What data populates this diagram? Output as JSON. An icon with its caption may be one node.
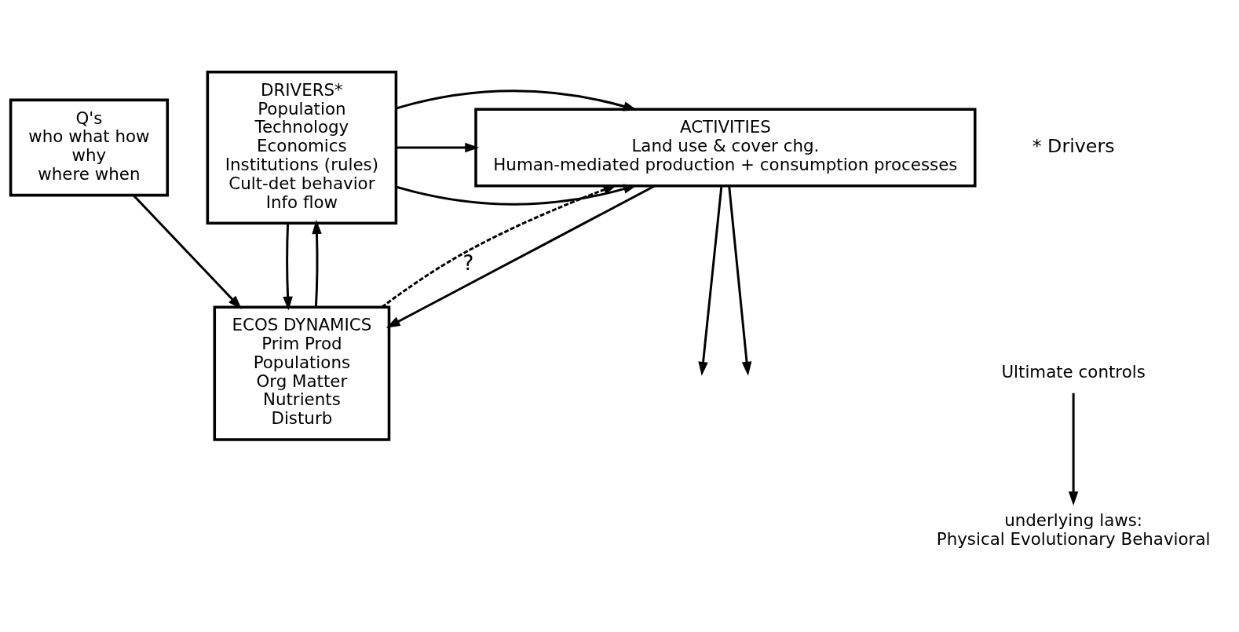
{
  "diagram": {
    "nodes": [
      {
        "text": [
          "Q's",
          "who what how",
          "why",
          "where when"
        ]
      },
      {
        "text": [
          "ACTIVITIES",
          "Land use & cover chg.",
          "Human-mediated production + consumption processes"
        ]
      },
      {
        "text": [
          "DRIVERS*",
          "Population",
          "Technology",
          "Economics",
          "Institutions (rules)",
          "Cult-det behavior",
          "Info flow"
        ]
      },
      {
        "text": [
          "ECOS DYNAMICS",
          "Prim Prod",
          "Populations",
          "Org Matter",
          "Nutrients",
          "Disturb"
        ]
      },
      {
        "text": [
          "Ultimate controls"
        ]
      },
      {
        "text": [
          "underlying laws:",
          "Physical Evolutionary Behavioral"
        ]
      }
    ],
    "edges": [
      {
        "from": 0,
        "to": 3,
        "arrow": "to"
      },
      {
        "from": 1,
        "to": 3,
        "arrow": "to"
      },
      {
        "from": 2,
        "to": 1,
        "arrow": "to"
      },
      {
        "from": 2,
        "to": 1,
        "arrow": "to"
      },
      {
        "from": 2,
        "to": 1,
        "arrow": "to"
      },
      {
        "from": 3,
        "to": 1,
        "arrow": "to",
        "style": "dashed",
        "label": "?"
      },
      {
        "from": 3,
        "to": 2,
        "arrow": "to"
      },
      {
        "from": 2,
        "to": 3,
        "arrow": "to"
      },
      {
        "from": 1,
        "to": null,
        "arrow": "to"
      },
      {
        "from": 1,
        "to": null,
        "arrow": "to"
      },
      {
        "from": 4,
        "to": 5,
        "arrow": "to"
      }
    ],
    "labels": [
      "* Drivers"
    ]
  }
}
